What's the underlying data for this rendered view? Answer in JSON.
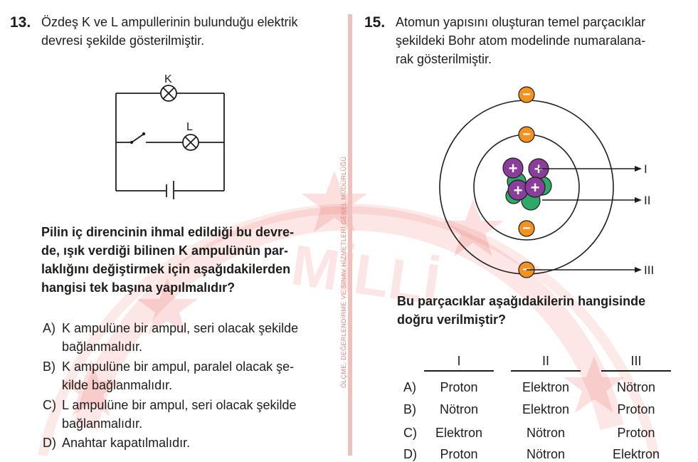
{
  "q13": {
    "number": "13.",
    "stem": [
      "Özdeş K ve L ampullerinin bulunduğu elektrik",
      "devresi şekilde gösterilmiştir."
    ],
    "labels": {
      "k": "K",
      "l": "L"
    },
    "question": [
      "Pilin iç direncinin ihmal edildiği bu devre-",
      "de, ışık verdiği bilinen K ampulünün par-",
      "laklığını değiştirmek için aşağıdakilerden",
      "hangisi tek başına yapılmalıdır?"
    ],
    "options": [
      {
        "label": "A)",
        "lines": [
          "K ampulüne bir ampul, seri olacak şekilde",
          "bağlanmalıdır."
        ]
      },
      {
        "label": "B)",
        "lines": [
          "K ampulüne bir ampul, paralel olacak şe-",
          "kilde bağlanmalıdır."
        ]
      },
      {
        "label": "C)",
        "lines": [
          "L ampulüne bir ampul, seri olacak şekilde",
          "bağlanmalıdır."
        ]
      },
      {
        "label": "D)",
        "lines": [
          "Anahtar kapatılmalıdır."
        ]
      }
    ]
  },
  "q15": {
    "number": "15.",
    "stem": [
      "Atomun yapısını oluşturan temel parçacıklar",
      "şekildeki Bohr atom modelinde numaralana-",
      "rak gösterilmiştir."
    ],
    "pointers": {
      "p1": "I",
      "p2": "II",
      "p3": "III"
    },
    "signs": {
      "plus": "+",
      "minus": "−"
    },
    "question": [
      "Bu parçacıklar aşağıdakilerin hangisinde",
      "doğru verilmiştir?"
    ],
    "table": {
      "headers": [
        "I",
        "II",
        "III"
      ],
      "rows": [
        {
          "label": "A)",
          "cells": [
            "Proton",
            "Elektron",
            "Nötron"
          ]
        },
        {
          "label": "B)",
          "cells": [
            "Nötron",
            "Elektron",
            "Proton"
          ]
        },
        {
          "label": "C)",
          "cells": [
            "Elektron",
            "Nötron",
            "Proton"
          ]
        },
        {
          "label": "D)",
          "cells": [
            "Proton",
            "Nötron",
            "Elektron"
          ]
        }
      ]
    }
  },
  "watermark": {
    "text": "MİLLİ",
    "side_text": "ÖLÇME, DEĞERLENDİRME VE SINAV HİZMETLERİ GENEL MÜDÜRLÜĞÜ",
    "color": "#e8544d"
  }
}
